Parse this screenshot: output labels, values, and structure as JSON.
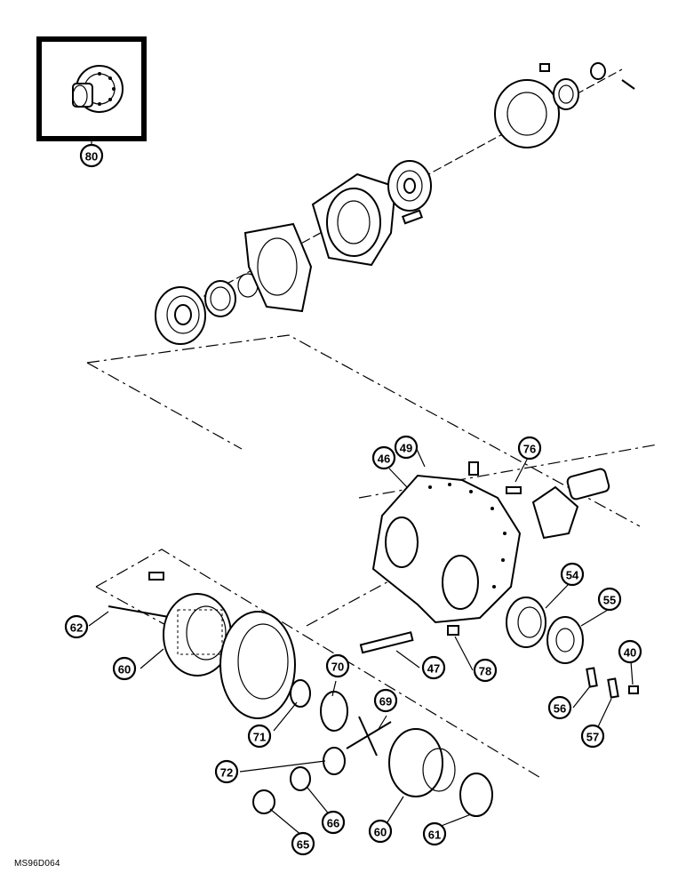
{
  "reference_code": "MS96D064",
  "inset_callout": "80",
  "callouts": [
    "46",
    "49",
    "76",
    "54",
    "55",
    "40",
    "56",
    "57",
    "62",
    "60",
    "47",
    "78",
    "70",
    "69",
    "71",
    "72",
    "66",
    "65",
    "60",
    "61"
  ]
}
